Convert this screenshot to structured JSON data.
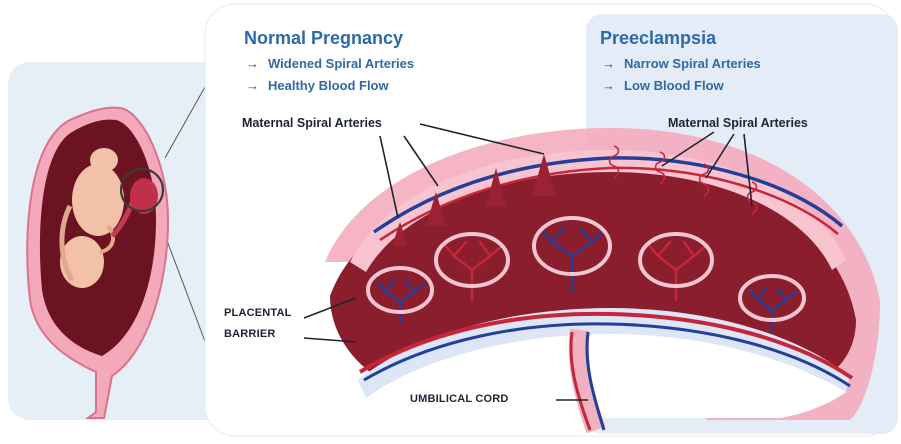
{
  "normal": {
    "title": "Normal Pregnancy",
    "arrow": "→",
    "bullets": [
      "Widened Spiral Arteries",
      "Healthy Blood Flow"
    ]
  },
  "preeclampsia": {
    "title": "Preeclampsia",
    "arrow": "→",
    "bullets": [
      "Narrow Spiral Arteries",
      "Low Blood Flow"
    ]
  },
  "labels": {
    "maternal_left": "Maternal Spiral Arteries",
    "maternal_right": "Maternal Spiral Arteries",
    "placental_barrier_1": "PLACENTAL",
    "placental_barrier_2": "BARRIER",
    "umbilical_cord": "UMBILICAL CORD"
  },
  "colors": {
    "heading_blue": "#2e6aa7",
    "panel_blue": "#e6eef8",
    "tissue_pink": "#f4a6b8",
    "blood_red": "#8b1e2d",
    "vessel_blue": "#24409a"
  }
}
